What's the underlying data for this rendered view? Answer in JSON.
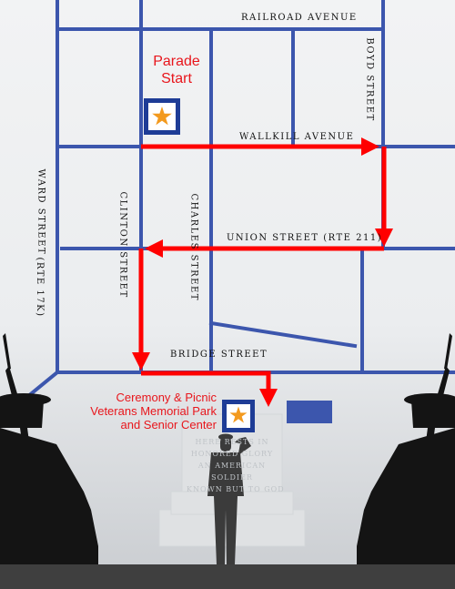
{
  "parade_start": {
    "line1": "Parade",
    "line2": "Start"
  },
  "destination": {
    "line1": "Ceremony & Picnic",
    "line2": "Veterans Memorial Park",
    "line3": "and Senior Center"
  },
  "streets": {
    "railroad": "RAILROAD AVENUE",
    "wallkill": "WALLKILL AVENUE",
    "union": "UNION STREET (RTE 211)",
    "bridge": "BRIDGE STREET",
    "boyd": "BOYD STREET",
    "ward": "WARD STREET",
    "ward_route": "(RTE 17K)",
    "clinton": "CLINTON STREET",
    "charles": "CHARLES STREET"
  },
  "memorial_inscription": {
    "line1": "HERE RESTS IN",
    "line2": "HONORED GLORY",
    "line3": "AN AMERICAN",
    "line4": "SOLDIER",
    "line5": "KNOWN BUT TO GOD"
  },
  "colors": {
    "street": "#3c56ad",
    "route": "#ff0000",
    "marker_frame": "#1e3c96",
    "star": "#f39a1e",
    "label_red": "#e8161c",
    "silhouette": "#141414"
  }
}
